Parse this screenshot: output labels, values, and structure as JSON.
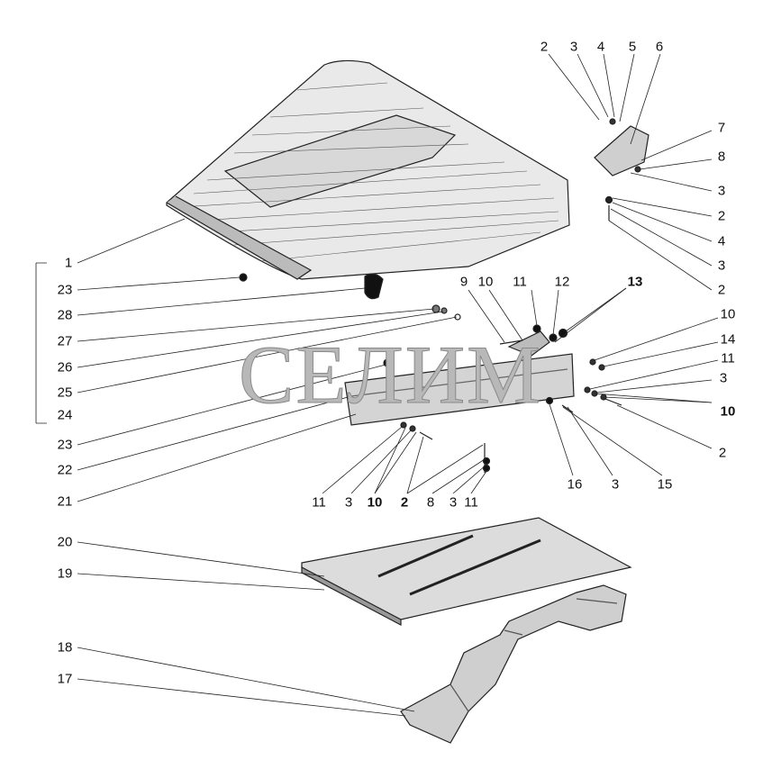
{
  "watermark": "СЕЛИМ",
  "callouts": [
    "2",
    "3",
    "4",
    "5",
    "6",
    "7",
    "8",
    "3",
    "2",
    "4",
    "3",
    "2",
    "1",
    "23",
    "28",
    "27",
    "26",
    "25",
    "24",
    "23",
    "22",
    "21",
    "20",
    "19",
    "18",
    "17",
    "9",
    "10",
    "11",
    "12",
    "13",
    "10",
    "14",
    "11",
    "3",
    "10",
    "2",
    "16",
    "3",
    "15",
    "11",
    "3",
    "10",
    "2",
    "8",
    "3",
    "11"
  ],
  "bold_callouts": [
    30,
    35,
    42,
    43
  ]
}
